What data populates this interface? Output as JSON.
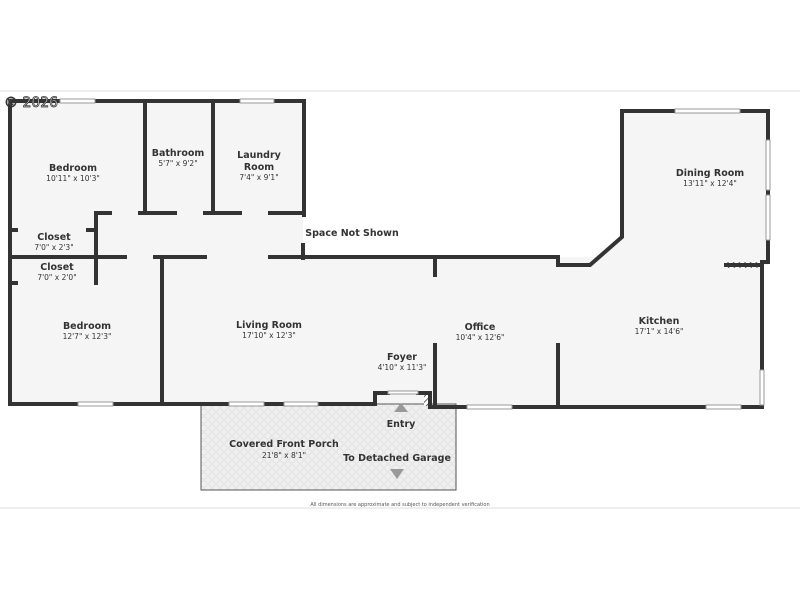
{
  "copyright": "© 2026",
  "rooms": [
    {
      "name": "Bedroom",
      "dims": "10'11\" x 10'3\""
    },
    {
      "name": "Bathroom",
      "dims": "5'7\" x 9'2\""
    },
    {
      "name": "Laundry",
      "name2": "Room",
      "dims": "7'4\" x 9'1\""
    },
    {
      "name": "Closet",
      "dims": "7'0\" x 2'3\""
    },
    {
      "name": "Closet",
      "dims": "7'0\" x 2'0\""
    },
    {
      "name": "Bedroom",
      "dims": "12'7\" x 12'3\""
    },
    {
      "name": "Living Room",
      "dims": "17'10\" x 12'3\""
    },
    {
      "name": "Foyer",
      "dims": "4'10\" x 11'3\""
    },
    {
      "name": "Office",
      "dims": "10'4\" x 12'6\""
    },
    {
      "name": "Kitchen",
      "dims": "17'1\" x 14'6\""
    },
    {
      "name": "Dining Room",
      "dims": "13'11\" x 12'4\""
    },
    {
      "name": "Covered Front Porch",
      "dims": "21'8\" x 8'1\""
    }
  ],
  "labels": {
    "space_not_shown": "Space Not Shown",
    "entry": "Entry",
    "garage": "To Detached Garage"
  },
  "footer": "All dimensions are approximate and subject to independent verification",
  "colors": {
    "wall": "#333333",
    "floor": "#f5f5f5",
    "porch": "#eeeeee"
  }
}
